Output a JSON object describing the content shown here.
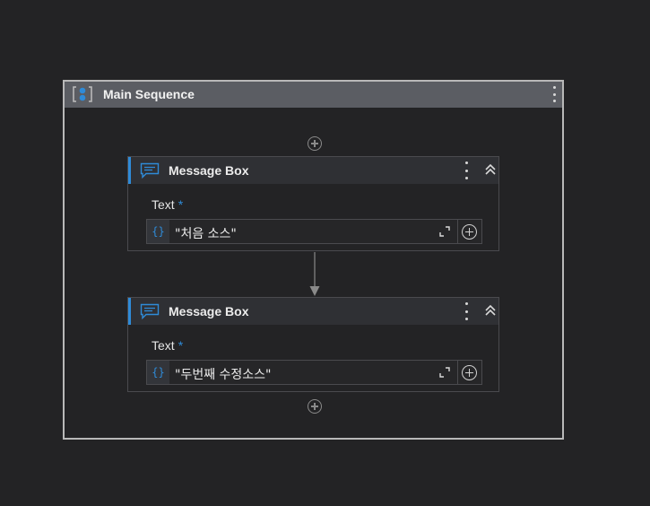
{
  "sequence": {
    "title": "Main Sequence",
    "icon": "sequence-icon"
  },
  "activities": [
    {
      "title": "Message Box",
      "icon": "message-box-icon",
      "field_label": "Text",
      "required_marker": "*",
      "expr_icon": "{}",
      "value": "\"처음 소스\""
    },
    {
      "title": "Message Box",
      "icon": "message-box-icon",
      "field_label": "Text",
      "required_marker": "*",
      "expr_icon": "{}",
      "value": "\"두번째 수정소스\""
    }
  ],
  "colors": {
    "background": "#232325",
    "accent": "#2f8bd8",
    "sequence_header": "#5b5d63",
    "activity_header": "#2f3034"
  }
}
